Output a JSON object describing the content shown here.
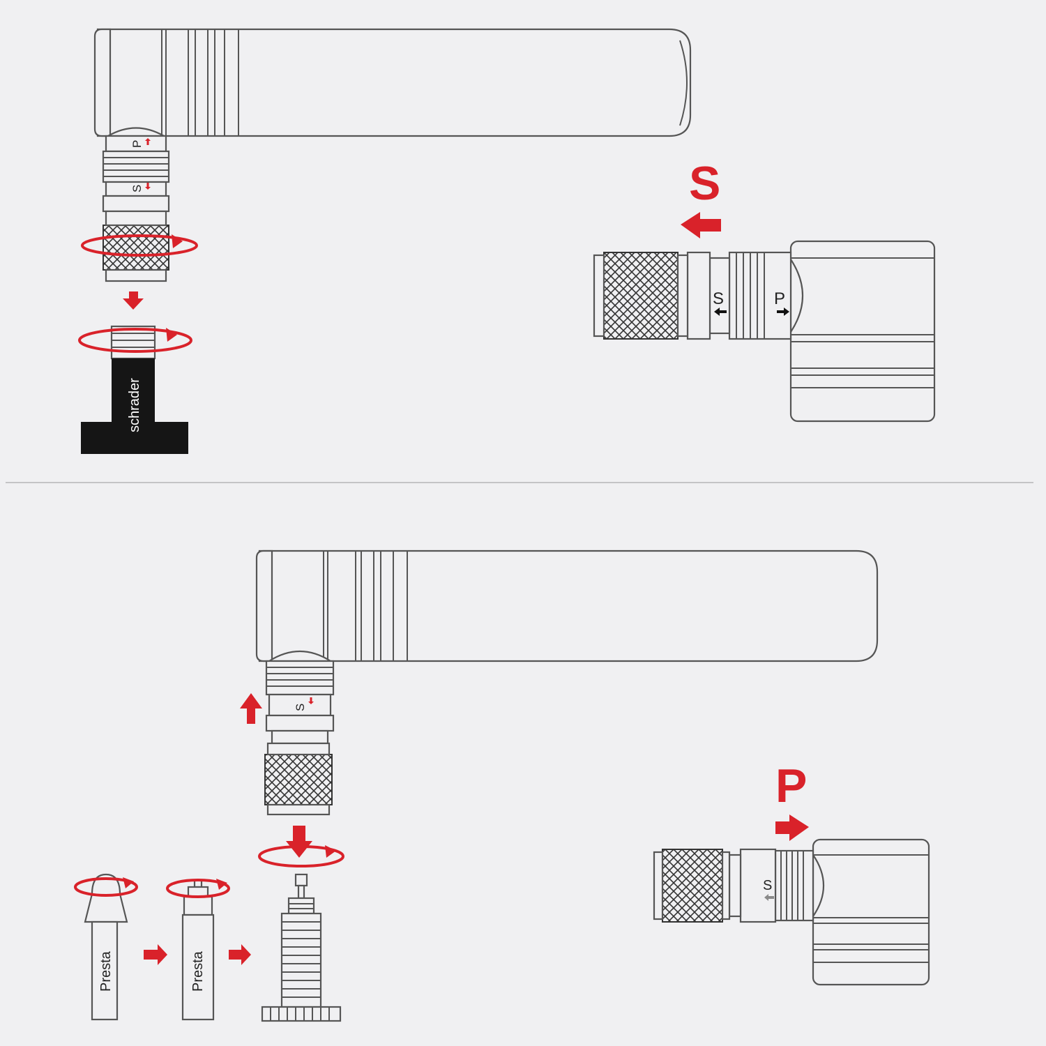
{
  "labels": {
    "schrader": "schrader",
    "presta": "Presta",
    "big_s": "S",
    "big_p": "P",
    "s": "S",
    "p": "P"
  },
  "colors": {
    "accent": "#d9222a",
    "outline": "#555555",
    "background": "#f0f0f2",
    "valve_black": "#151515"
  }
}
